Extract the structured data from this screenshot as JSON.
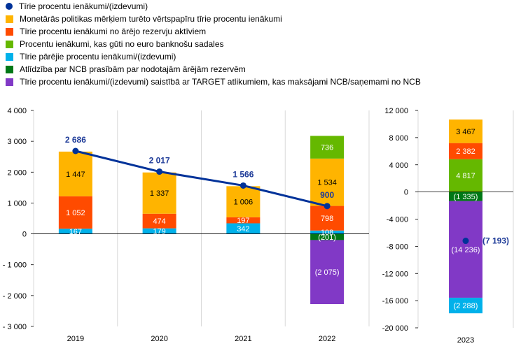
{
  "colors": {
    "orange": "#ffb400",
    "red": "#ff4b00",
    "green": "#65b800",
    "cyan": "#00b1ea",
    "darkgreen": "#007816",
    "purple": "#8139c6",
    "line": "#003299",
    "grid": "#d9d9d9"
  },
  "legend": [
    {
      "label": "Tīrie procentu ienākumi/(izdevumi)",
      "color": "#003299",
      "shape": "dot"
    },
    {
      "label": "Monetārās politikas mērķiem turēto vērtspapīru tīrie procentu ienākumi",
      "color": "#ffb400",
      "shape": "square"
    },
    {
      "label": "Tīrie procentu ienākumi no ārējo rezervju aktīviem",
      "color": "#ff4b00",
      "shape": "square"
    },
    {
      "label": "Procentu ienākumi, kas gūti no euro banknošu sadales",
      "color": "#65b800",
      "shape": "square"
    },
    {
      "label": "Tīrie pārējie procentu ienākumi/(izdevumi)",
      "color": "#00b1ea",
      "shape": "square"
    },
    {
      "label": "Atlīdzība par NCB prasībām par nodotajām ārējām rezervēm",
      "color": "#007816",
      "shape": "square"
    },
    {
      "label": "Tīrie procentu ienākumi/(izdevumi) saistībā ar TARGET atlikumiem, kas maksājami NCB/saņemami no NCB",
      "color": "#8139c6",
      "shape": "square"
    }
  ],
  "chart_data": [
    {
      "type": "bar",
      "stacked": true,
      "categories": [
        "2019",
        "2020",
        "2021",
        "2022"
      ],
      "ylim": [
        -3000,
        4000
      ],
      "yticks": [
        4000,
        3000,
        2000,
        1000,
        0,
        -1000,
        -2000,
        -3000
      ],
      "ytick_labels": [
        "4 000",
        "3 000",
        "2 000",
        "1 000",
        "0",
        "- 1 000",
        "- 2 000",
        "- 3 000"
      ],
      "grid": true,
      "series": [
        {
          "name": "Tīrie pārējie procentu ienākumi/(izdevumi)",
          "color": "#00b1ea",
          "values": [
            167,
            179,
            342,
            108
          ],
          "labels": [
            "167",
            "179",
            "342",
            "108"
          ]
        },
        {
          "name": "Tīrie procentu ienākumi no ārējo rezervju aktīviem",
          "color": "#ff4b00",
          "values": [
            1052,
            474,
            197,
            798
          ],
          "labels": [
            "1 052",
            "474",
            "197",
            "798"
          ]
        },
        {
          "name": "Monetārās politikas mērķiem turēto vērtspapīru tīrie procentu ienākumi",
          "color": "#ffb400",
          "values": [
            1447,
            1337,
            1006,
            1534
          ],
          "labels": [
            "1 447",
            "1 337",
            "1 006",
            "1 534"
          ]
        },
        {
          "name": "Procentu ienākumi, kas gūti no euro banknošu sadales",
          "color": "#65b800",
          "values": [
            null,
            null,
            null,
            736
          ],
          "labels": [
            "",
            "",
            "",
            "736"
          ]
        },
        {
          "name": "Atlīdzība par NCB prasībām par nodotajām ārējām rezervēm",
          "color": "#007816",
          "values": [
            null,
            null,
            null,
            -201
          ],
          "labels": [
            "",
            "",
            "",
            "(201)"
          ]
        },
        {
          "name": "Tīrie procentu ienākumi/(izdevumi) saistībā ar TARGET atlikumiem, kas maksājami NCB/saņemami no NCB",
          "color": "#8139c6",
          "values": [
            null,
            null,
            null,
            -2075
          ],
          "labels": [
            "",
            "",
            "",
            "(2 075)"
          ]
        }
      ],
      "line": {
        "name": "Tīrie procentu ienākumi/(izdevumi)",
        "color": "#003299",
        "values": [
          2686,
          2017,
          1566,
          900
        ],
        "labels": [
          "2 686",
          "2 017",
          "1 566",
          "900"
        ]
      }
    },
    {
      "type": "bar",
      "stacked": true,
      "categories": [
        "2023"
      ],
      "ylim": [
        -20000,
        12000
      ],
      "yticks": [
        12000,
        8000,
        4000,
        0,
        -4000,
        -8000,
        -12000,
        -16000,
        -20000
      ],
      "ytick_labels": [
        "12 000",
        "8 000",
        "4 000",
        "0",
        "-4 000",
        "-8 000",
        "-12 000",
        "-16 000",
        "-20 000"
      ],
      "grid": true,
      "series": [
        {
          "name": "Procentu ienākumi, kas gūti no euro banknošu sadales",
          "color": "#65b800",
          "values": [
            4817
          ],
          "labels": [
            "4 817"
          ]
        },
        {
          "name": "Tīrie procentu ienākumi no ārējo rezervju aktīviem",
          "color": "#ff4b00",
          "values": [
            2382
          ],
          "labels": [
            "2 382"
          ]
        },
        {
          "name": "Monetārās politikas mērķiem turēto vērtspapīru tīrie procentu ienākumi",
          "color": "#ffb400",
          "values": [
            3467
          ],
          "labels": [
            "3 467"
          ]
        },
        {
          "name": "Atlīdzība par NCB prasībām par nodotajām ārējām rezervēm",
          "color": "#007816",
          "values": [
            -1335
          ],
          "labels": [
            "(1 335)"
          ]
        },
        {
          "name": "Tīrie procentu ienākumi/(izdevumi) saistībā ar TARGET atlikumiem, kas maksājami NCB/saņemami no NCB",
          "color": "#8139c6",
          "values": [
            -14236
          ],
          "labels": [
            "(14 236)"
          ]
        },
        {
          "name": "Tīrie pārējie procentu ienākumi/(izdevumi)",
          "color": "#00b1ea",
          "values": [
            -2288
          ],
          "labels": [
            "(2 288)"
          ]
        }
      ],
      "line": {
        "name": "Tīrie procentu ienākumi/(izdevumi)",
        "color": "#003299",
        "values": [
          -7193
        ],
        "labels": [
          "(7 193)"
        ]
      }
    }
  ]
}
